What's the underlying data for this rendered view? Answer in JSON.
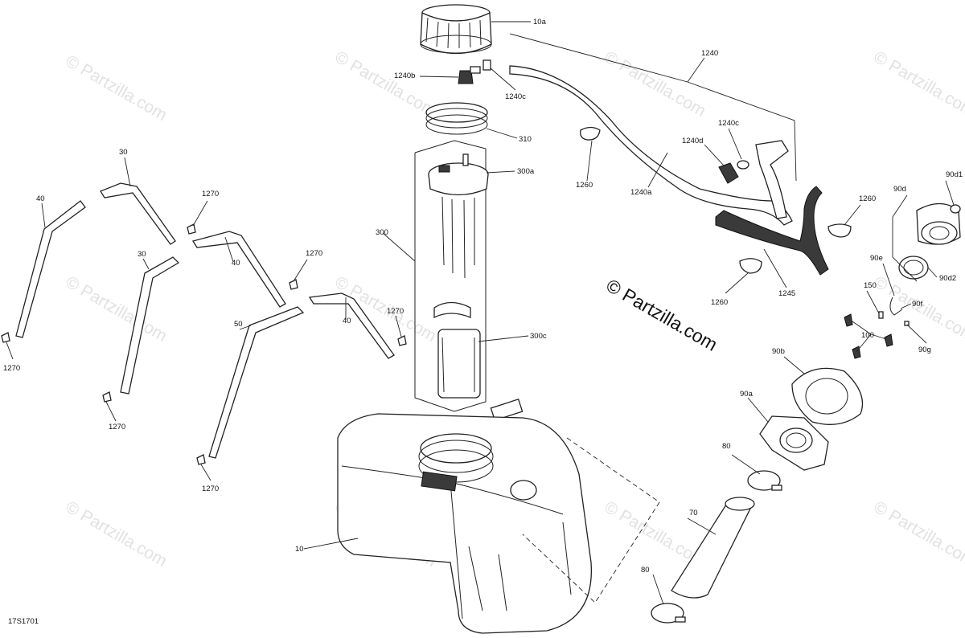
{
  "diagram": {
    "figure_id": "17S1701",
    "brand_text": "© Partzilla.com",
    "watermark_text": "© Partzilla.com",
    "callouts": {
      "c10a": "10a",
      "c1240": "1240",
      "c1240b": "1240b",
      "c1240c_top": "1240c",
      "c310": "310",
      "c300a": "300a",
      "c1240c_mid": "1240c",
      "c1240d": "1240d",
      "c1260_a": "1260",
      "c1240a": "1240a",
      "c1260_b": "1260",
      "c1260_c": "1260",
      "c1245": "1245",
      "c90d": "90d",
      "c90d1": "90d1",
      "c90d2": "90d2",
      "c90e": "90e",
      "c90f": "90f",
      "c150": "150",
      "c100": "100",
      "c90g": "90g",
      "c90b": "90b",
      "c90a": "90a",
      "c80_a": "80",
      "c80_b": "80",
      "c70": "70",
      "c10": "10",
      "c300": "300",
      "c300c": "300c",
      "c30_a": "30",
      "c30_b": "30",
      "c40_a": "40",
      "c40_b": "40",
      "c40_c": "40",
      "c50": "50",
      "c1270_a": "1270",
      "c1270_b": "1270",
      "c1270_c": "1270",
      "c1270_d": "1270",
      "c1270_e": "1270",
      "c1270_f": "1270"
    }
  }
}
